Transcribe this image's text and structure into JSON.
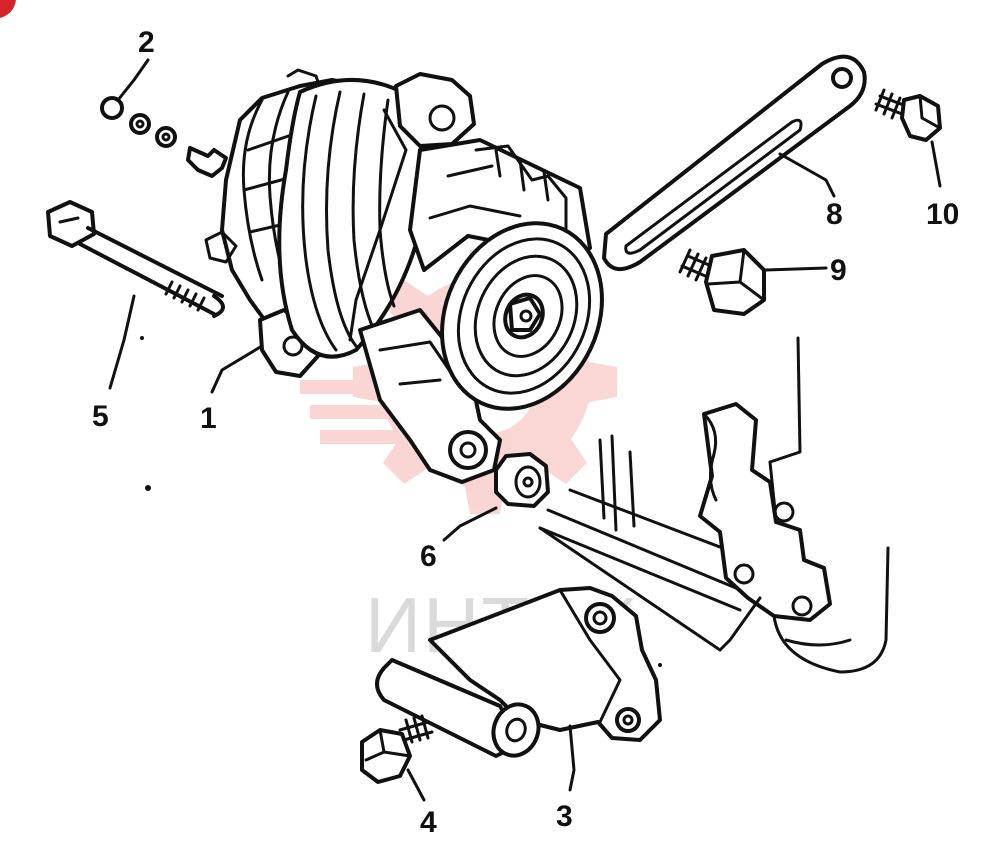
{
  "callouts": {
    "c1": "1",
    "c2": "2",
    "c3": "3",
    "c4": "4",
    "c5": "5",
    "c6": "6",
    "c8": "8",
    "c9": "9",
    "c10": "10"
  },
  "watermark": {
    "text": "ИНТЕХ",
    "color": "#e8433a"
  }
}
